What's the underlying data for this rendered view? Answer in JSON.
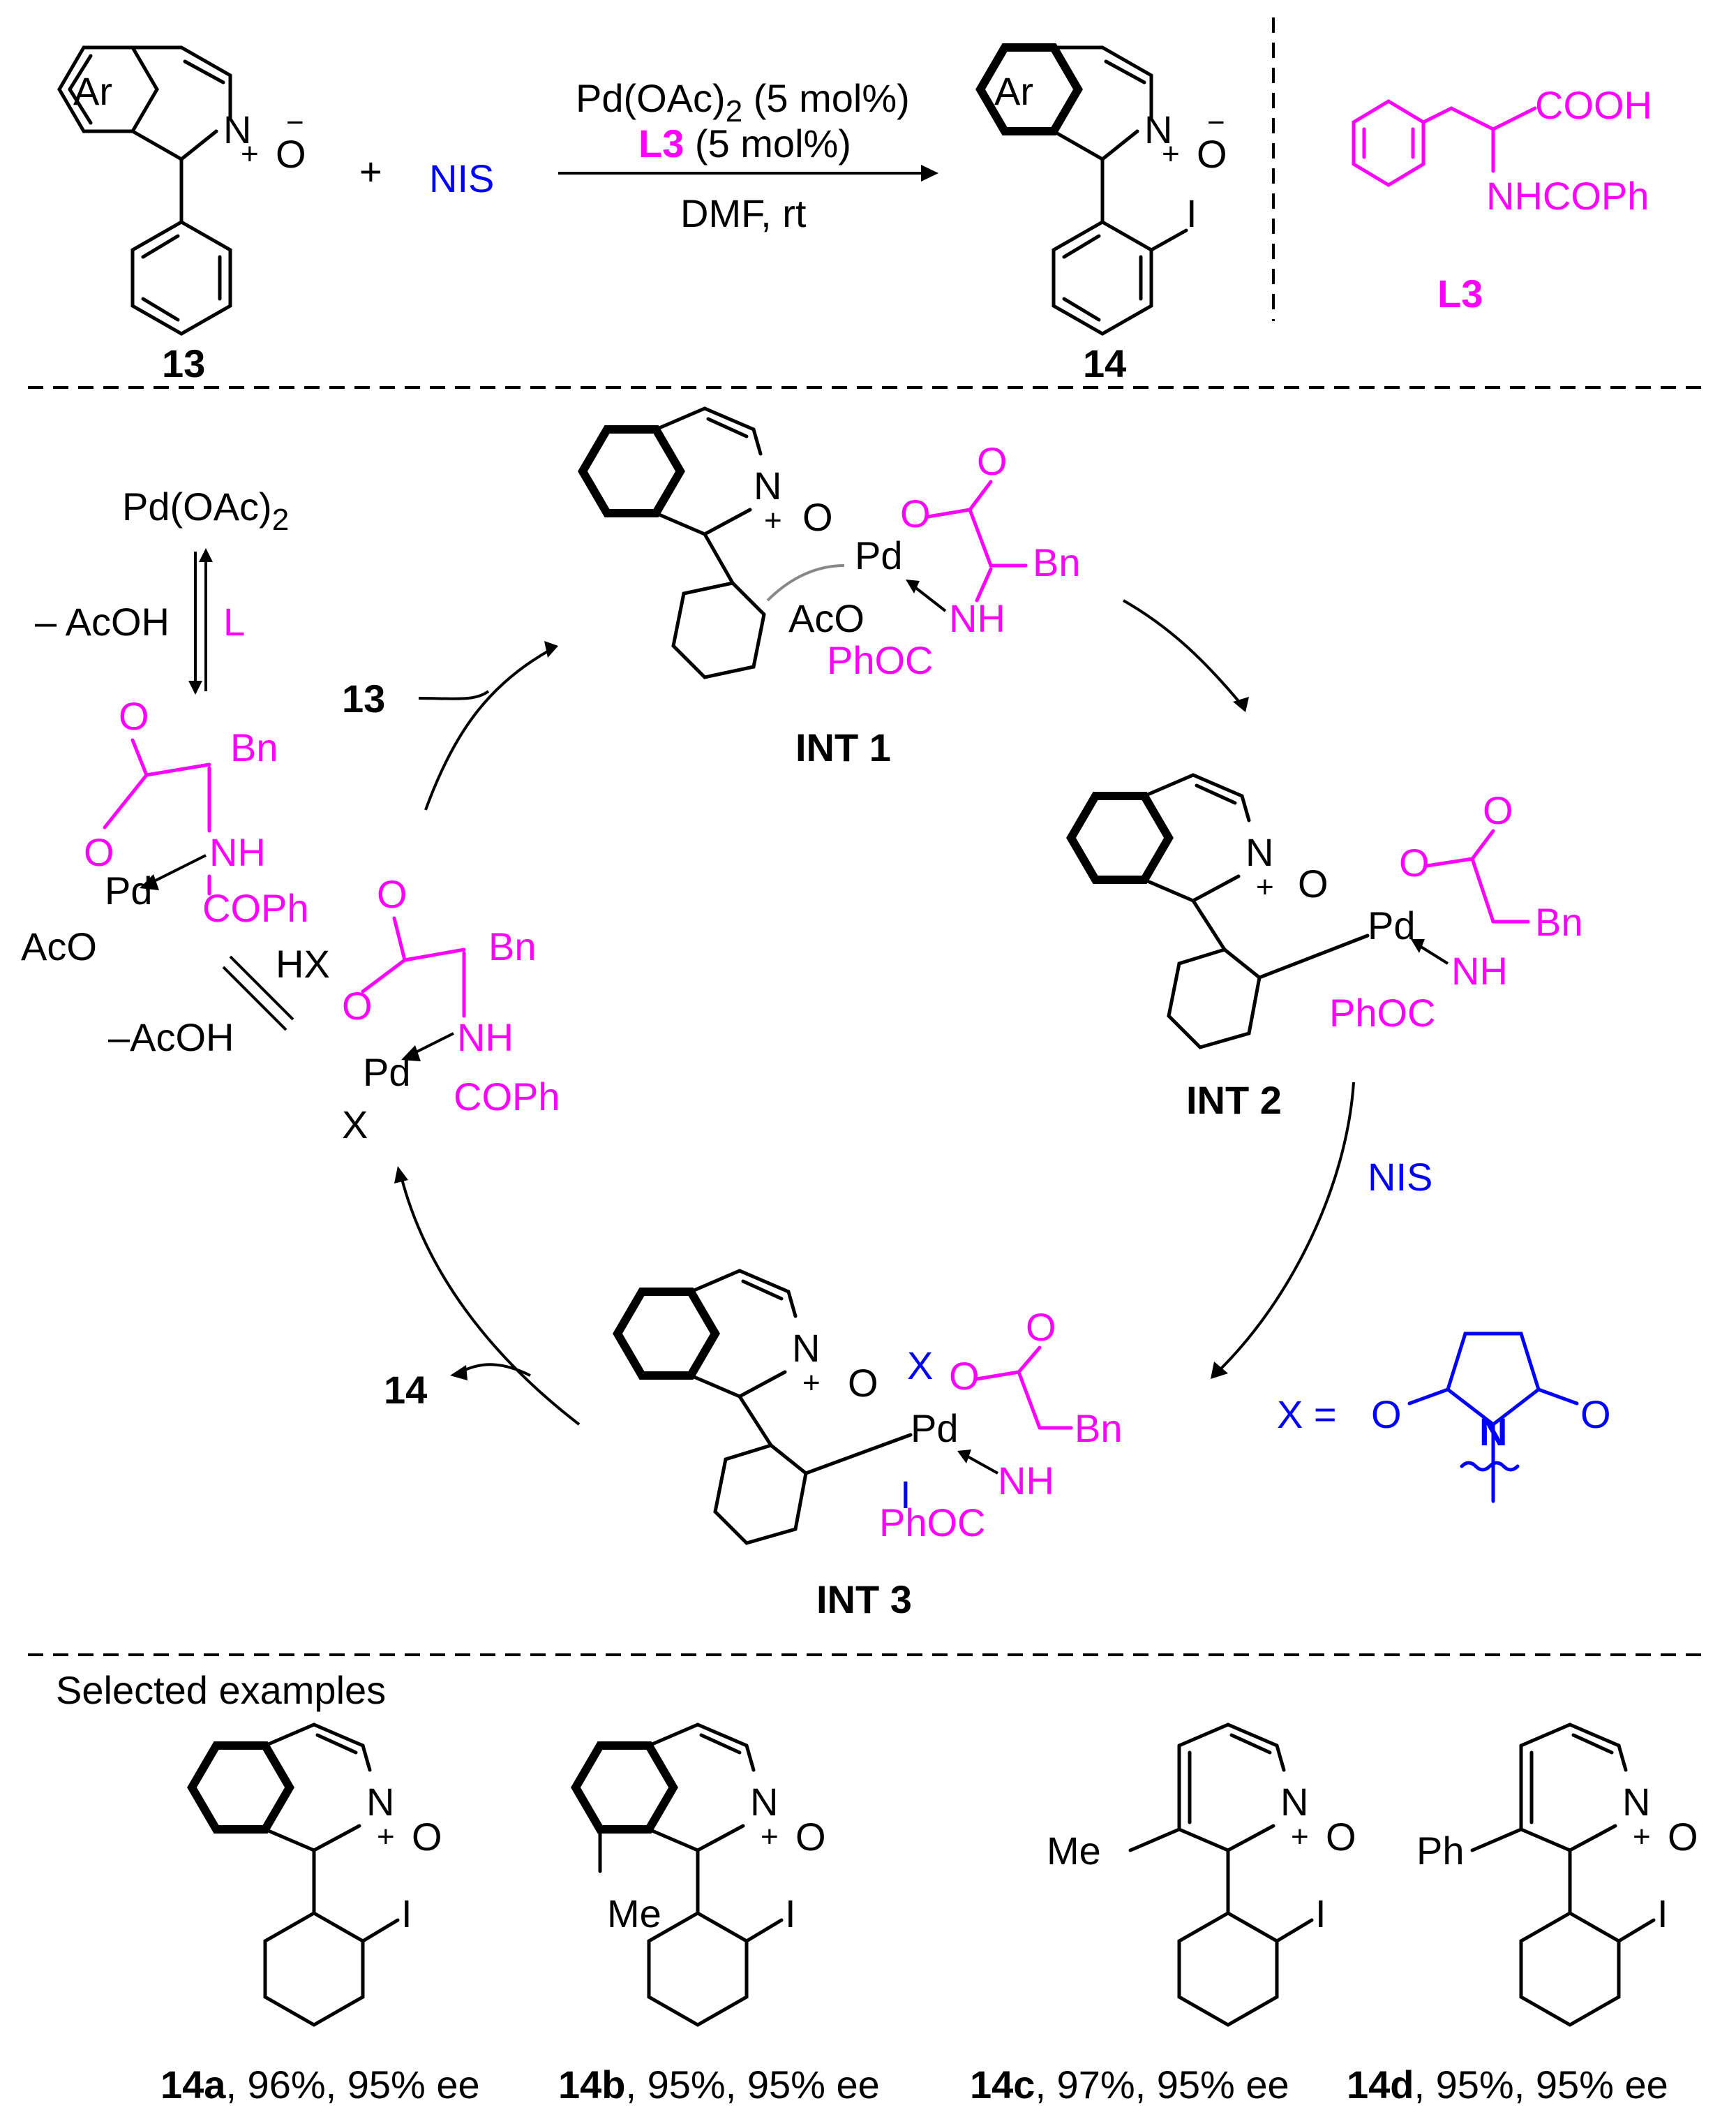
{
  "scheme": {
    "reactant_label": "13",
    "product_label": "14",
    "ar": "Ar",
    "n_atom": "N",
    "o_atom": "O",
    "charge_plus": "+",
    "charge_minus": "−",
    "plus_sign": "+",
    "reagent": "NIS",
    "conditions": {
      "line1_main": "Pd(OAc)",
      "line1_sub": "2",
      "line1_tail": " (5 mol%)",
      "line2_bold": "L3",
      "line2_tail": " (5 mol%)",
      "line3": "DMF,  rt"
    },
    "iodo": "I",
    "ligand": {
      "cooh": "COOH",
      "amide": "NHCOPh",
      "label": "L3"
    }
  },
  "cycle": {
    "precursor": "Pd(OAc)",
    "precursor_sub": "2",
    "minus_acoh": "– AcOH",
    "ligand_l": "L",
    "minus_acoh_2": "–AcOH",
    "hx": "HX",
    "bn": "Bn",
    "nh": "NH",
    "cophe": "COPh",
    "phoc": "PhOC",
    "pd": "Pd",
    "aco": "AcO",
    "x": "X",
    "i": "I",
    "o": "O",
    "n": "N",
    "plus": "+",
    "int1": "INT 1",
    "int2": "INT 2",
    "int3": "INT 3",
    "in_13": "13",
    "out_14": "14",
    "nis": "NIS",
    "x_equals": "X ="
  },
  "examples": {
    "heading": "Selected examples",
    "me": "Me",
    "ph": "Ph",
    "items": [
      {
        "id": "14a",
        "yield": ", 96%, 95% ee"
      },
      {
        "id": "14b",
        "yield": ", 95%, 95% ee"
      },
      {
        "id": "14c",
        "yield": ", 97%, 95% ee"
      },
      {
        "id": "14d",
        "yield": ", 95%, 95% ee"
      }
    ]
  },
  "colors": {
    "ligand": "#ff00ff",
    "reagent": "#0000ff",
    "bond": "#000000"
  }
}
